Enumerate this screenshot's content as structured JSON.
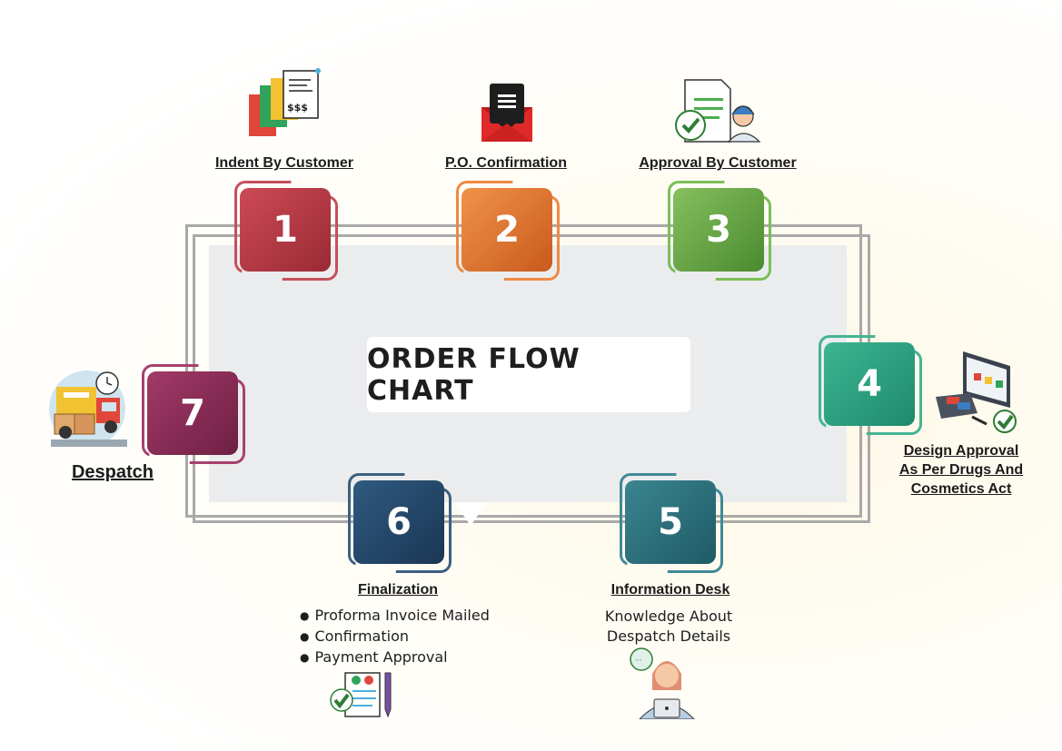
{
  "title": "ORDER FLOW CHART",
  "steps": [
    {
      "number": "1",
      "label": "Indent By Customer",
      "icon": "invoice-documents-icon",
      "color": "#a8323c"
    },
    {
      "number": "2",
      "label": "P.O. Confirmation",
      "icon": "envelope-document-icon",
      "color": "#e4702a"
    },
    {
      "number": "3",
      "label": "Approval By Customer",
      "icon": "customer-support-approval-icon",
      "color": "#5e9e3e"
    },
    {
      "number": "4",
      "label_lines": [
        "Design Approval",
        "As Per Drugs And",
        "Cosmetics Act"
      ],
      "icon": "computer-design-approval-icon",
      "color": "#2a9e80"
    },
    {
      "number": "5",
      "label": "Information Desk",
      "text_lines": [
        "Knowledge About",
        "Despatch Details"
      ],
      "icon": "help-desk-agent-icon",
      "color": "#2d6e7a"
    },
    {
      "number": "6",
      "label": "Finalization",
      "bullets": [
        "Proforma Invoice Mailed",
        "Confirmation",
        "Payment Approval"
      ],
      "icon": "checklist-pen-icon",
      "color": "#25476a"
    },
    {
      "number": "7",
      "label": "Despatch",
      "icon": "delivery-truck-icon",
      "color": "#8e2d5a"
    }
  ]
}
